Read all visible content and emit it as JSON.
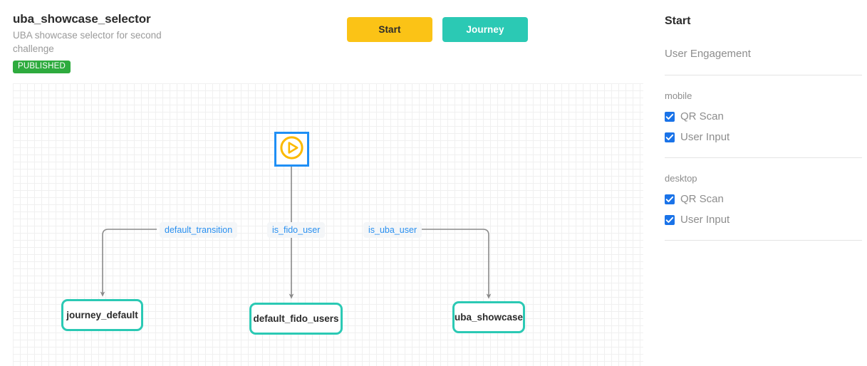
{
  "header": {
    "title": "uba_showcase_selector",
    "description": "UBA showcase selector for second challenge",
    "status_badge": "PUBLISHED"
  },
  "toolbar": {
    "start_label": "Start",
    "journey_label": "Journey"
  },
  "canvas": {
    "nodes": [
      {
        "id": "start",
        "label": "Start",
        "icon": "play-circle-icon",
        "type": "start",
        "selected": true
      },
      {
        "id": "journey_default",
        "label": "journey_default",
        "type": "terminal"
      },
      {
        "id": "default_fido_users",
        "label": "default_fido_users",
        "type": "terminal"
      },
      {
        "id": "uba_showcase",
        "label": "uba_showcase",
        "type": "terminal"
      }
    ],
    "edges": [
      {
        "label": "default_transition",
        "from": "start",
        "to": "journey_default"
      },
      {
        "label": "is_fido_user",
        "from": "start",
        "to": "default_fido_users"
      },
      {
        "label": "is_uba_user",
        "from": "start",
        "to": "uba_showcase"
      }
    ]
  },
  "panel": {
    "title": "Start",
    "subtitle": "User Engagement",
    "groups": [
      {
        "label": "mobile",
        "options": [
          {
            "label": "QR Scan",
            "checked": true
          },
          {
            "label": "User Input",
            "checked": true
          }
        ]
      },
      {
        "label": "desktop",
        "options": [
          {
            "label": "QR Scan",
            "checked": true
          },
          {
            "label": "User Input",
            "checked": true
          }
        ]
      }
    ]
  },
  "colors": {
    "start_button": "#fbc316",
    "journey_button": "#2bc9b4",
    "published_badge": "#2eab3e",
    "node_terminal_border": "#2bc9b4",
    "node_selected_border": "#1f8ff5",
    "edge_label_text": "#2a90f0",
    "checkbox": "#1a73e8",
    "connector": "#8a8a8a"
  }
}
